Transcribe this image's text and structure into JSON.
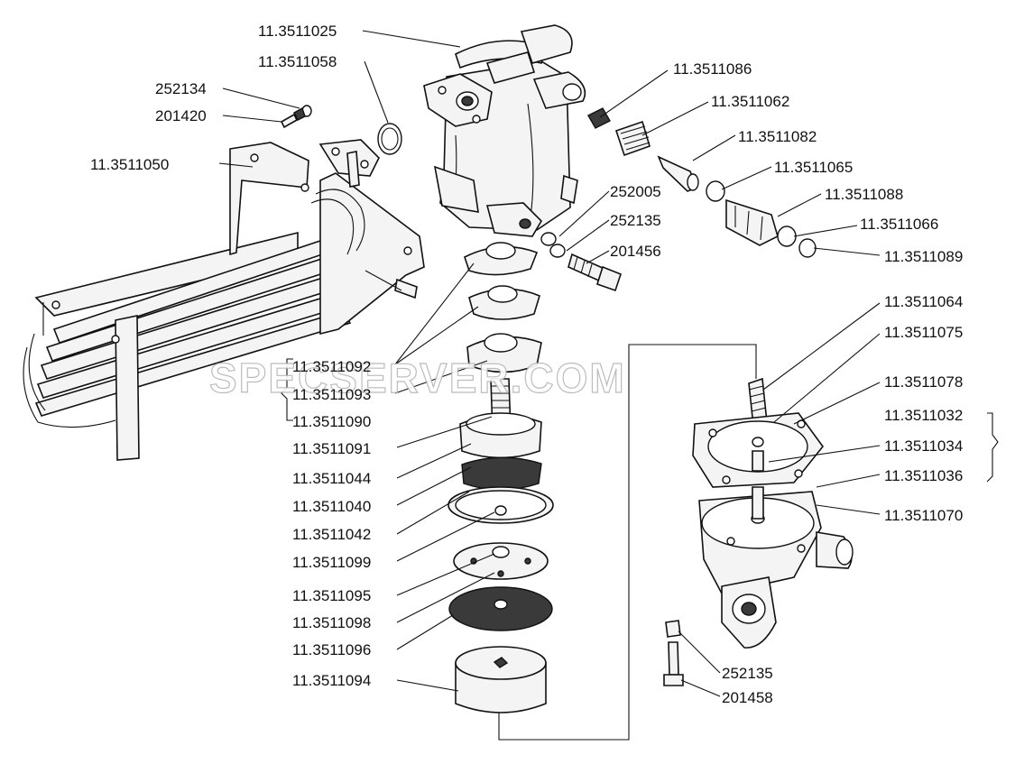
{
  "watermark": "SPECSERVER.COM",
  "colors": {
    "ink": "#111111",
    "paper": "#ffffff",
    "watermark_outline": "#b5b5b5"
  },
  "labels": {
    "l_3511025": "11.3511025",
    "l_3511058": "11.3511058",
    "l_252134": "252134",
    "l_201420": "201420",
    "l_3511050": "11.3511050",
    "l_3511086": "11.3511086",
    "l_3511062": "11.3511062",
    "l_3511082": "11.3511082",
    "l_3511065": "11.3511065",
    "l_3511088": "11.3511088",
    "l_3511066": "11.3511066",
    "l_3511089": "11.3511089",
    "l_252005": "252005",
    "l_252135_a": "252135",
    "l_201456": "201456",
    "l_3511092": "11.3511092",
    "l_3511093": "11.3511093",
    "l_3511090": "11.3511090",
    "l_3511091": "11.3511091",
    "l_3511044": "11.3511044",
    "l_3511040": "11.3511040",
    "l_3511042": "11.3511042",
    "l_3511099": "11.3511099",
    "l_3511095": "11.3511095",
    "l_3511098": "11.3511098",
    "l_3511096": "11.3511096",
    "l_3511094": "11.3511094",
    "l_3511064": "11.3511064",
    "l_3511075": "11.3511075",
    "l_3511078": "11.3511078",
    "l_3511032": "11.3511032",
    "l_3511034": "11.3511034",
    "l_3511036": "11.3511036",
    "l_3511070": "11.3511070",
    "l_252135_b": "252135",
    "l_201458": "201458"
  }
}
